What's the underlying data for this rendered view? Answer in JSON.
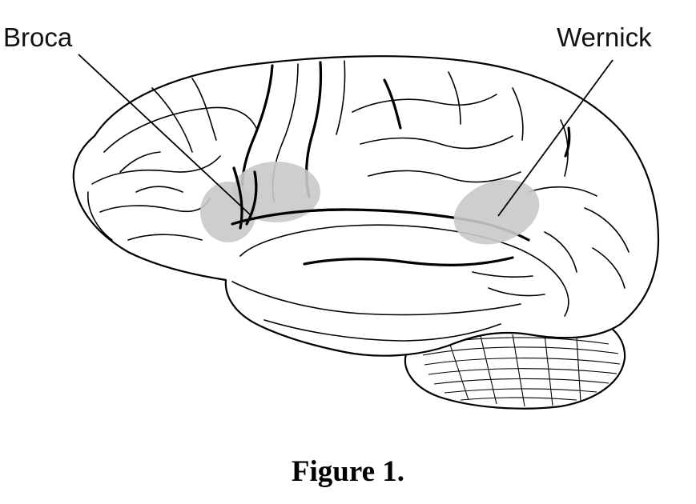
{
  "labels": {
    "broca": "Broca",
    "wernicke": "Wernick"
  },
  "caption": "Figure 1.",
  "colors": {
    "region_fill": "#c9c9c9",
    "outline": "#000000",
    "background": "#ffffff"
  }
}
